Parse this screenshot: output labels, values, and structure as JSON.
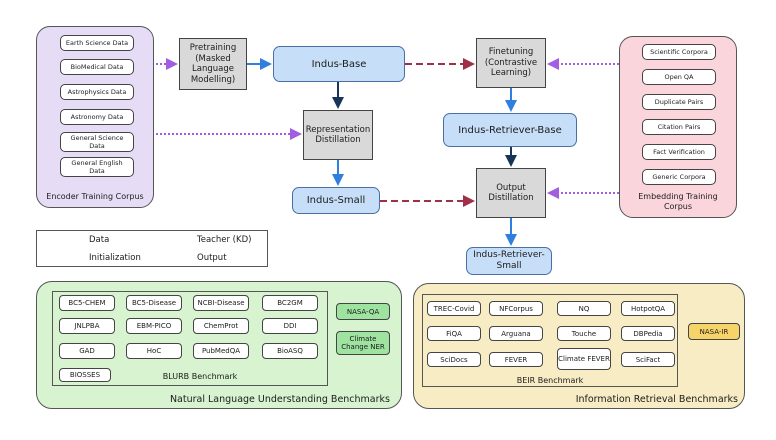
{
  "encoder_corpus": {
    "title": "Encoder Training Corpus",
    "items": [
      "Earth Science  Data",
      "BioMedical Data",
      "Astrophysics  Data",
      "Astronomy  Data",
      "General Science Data",
      "General English Data"
    ]
  },
  "embedding_corpus": {
    "title": "Embedding Training Corpus",
    "items": [
      "Scientific Corpora",
      "Open QA",
      "Duplicate Pairs",
      "Citation Pairs",
      "Fact Verification",
      "Generic Corpora"
    ]
  },
  "process": {
    "pretraining": "Pretraining (Masked Language Modelling)",
    "finetuning": "Finetuning (Contrastive Learning)",
    "representation_distillation": "Representation Distillation",
    "output_distillation": "Output Distillation"
  },
  "models": {
    "indus_base": "Indus-Base",
    "indus_small": "Indus-Small",
    "indus_retriever_base": "Indus-Retriever-Base",
    "indus_retriever_small": "Indus-Retriever-Small"
  },
  "legend": {
    "data": "Data",
    "initialization": "Initialization",
    "teacher": "Teacher (KD)",
    "output": "Output"
  },
  "nlu": {
    "title": "Natural Language Understanding Benchmarks",
    "blurb_title": "BLURB Benchmark",
    "blurb_items": [
      "BC5-CHEM",
      "BC5-Disease",
      "NCBI-Disease",
      "BC2GM",
      "JNLPBA",
      "EBM-PICO",
      "ChemProt",
      "DDI",
      "GAD",
      "HoC",
      "PubMedQA",
      "BioASQ",
      "BIOSSES"
    ],
    "extra": [
      "NASA-QA",
      "Climate Change NER"
    ]
  },
  "ir": {
    "title": "Information Retrieval Benchmarks",
    "beir_title": "BEIR Benchmark",
    "beir_items": [
      "TREC-Covid",
      "NFCorpus",
      "NQ",
      "HotpotQA",
      "FiQA",
      "Arguana",
      "Touche",
      "DBPedia",
      "SciDocs",
      "FEVER",
      "Climate FEVER",
      "SciFact"
    ],
    "extra": [
      "NASA-IR"
    ]
  },
  "colors": {
    "data_arrow": "#a25ee0",
    "init_arrow": "#a0304a",
    "teacher_arrow": "#1a3458",
    "output_arrow": "#2f7fe0",
    "encoder_panel": "#e6dcf6",
    "embedding_panel": "#fad5dc",
    "nlu_panel": "#d7f3d0",
    "ir_panel": "#f8ecc4",
    "green_box": "#9ee3a0",
    "yellow_box": "#f7d46a"
  }
}
